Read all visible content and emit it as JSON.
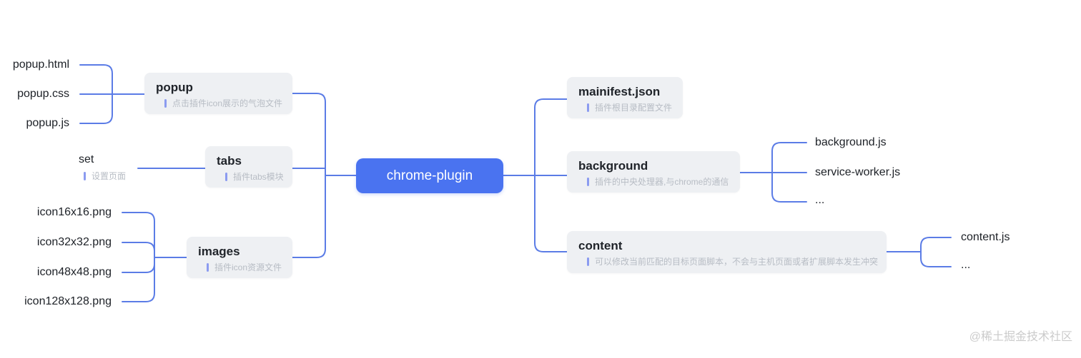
{
  "root_label": "chrome-plugin",
  "nodes": {
    "popup": {
      "title": "popup",
      "desc": "点击插件icon展示的气泡文件"
    },
    "tabs": {
      "title": "tabs",
      "desc": "插件tabs模块"
    },
    "images": {
      "title": "images",
      "desc": "插件icon资源文件"
    },
    "set": {
      "title": "set",
      "desc": "设置页面"
    },
    "manifest": {
      "title": "mainifest.json",
      "desc": "插件根目录配置文件"
    },
    "background": {
      "title": "background",
      "desc": "插件的中央处理器,与chrome的通信"
    },
    "content": {
      "title": "content",
      "desc": "可以修改当前匹配的目标页面脚本，不会与主机页面或者扩展脚本发生冲突"
    }
  },
  "leaves": {
    "popup_children": [
      "popup.html",
      "popup.css",
      "popup.js"
    ],
    "images_children": [
      "icon16x16.png",
      "icon32x32.png",
      "icon48x48.png",
      "icon128x128.png"
    ],
    "background_children": [
      "background.js",
      "service-worker.js",
      "..."
    ],
    "content_children": [
      "content.js",
      "..."
    ]
  },
  "watermark": "@稀土掘金技术社区",
  "colors": {
    "root_bg": "#4a73f0",
    "connector": "#5b7ce6",
    "node_bg": "#eef0f3",
    "title_text": "#20242a",
    "desc_text": "#b7bcc4",
    "desc_bar": "#8b9bf0",
    "watermark_text": "#cbcbcb"
  }
}
